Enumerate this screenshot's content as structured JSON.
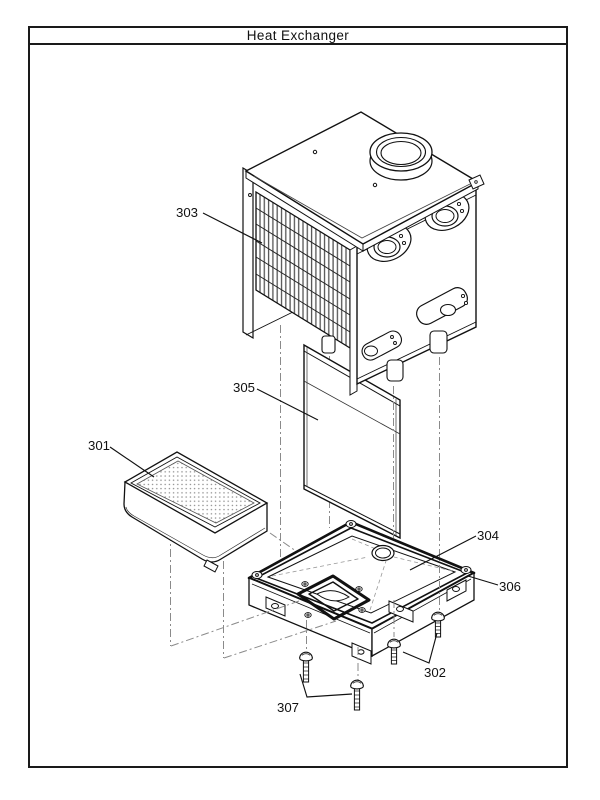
{
  "header": {
    "title": "Heat Exchanger"
  },
  "diagram": {
    "part_labels": [
      {
        "text": "301"
      },
      {
        "text": "302"
      },
      {
        "text": "303"
      },
      {
        "text": "304"
      },
      {
        "text": "305"
      },
      {
        "text": "306"
      },
      {
        "text": "307"
      }
    ]
  },
  "colors": {
    "ink": "#1a1a1a",
    "centerline": "#8a8a8a",
    "paper": "#ffffff"
  }
}
